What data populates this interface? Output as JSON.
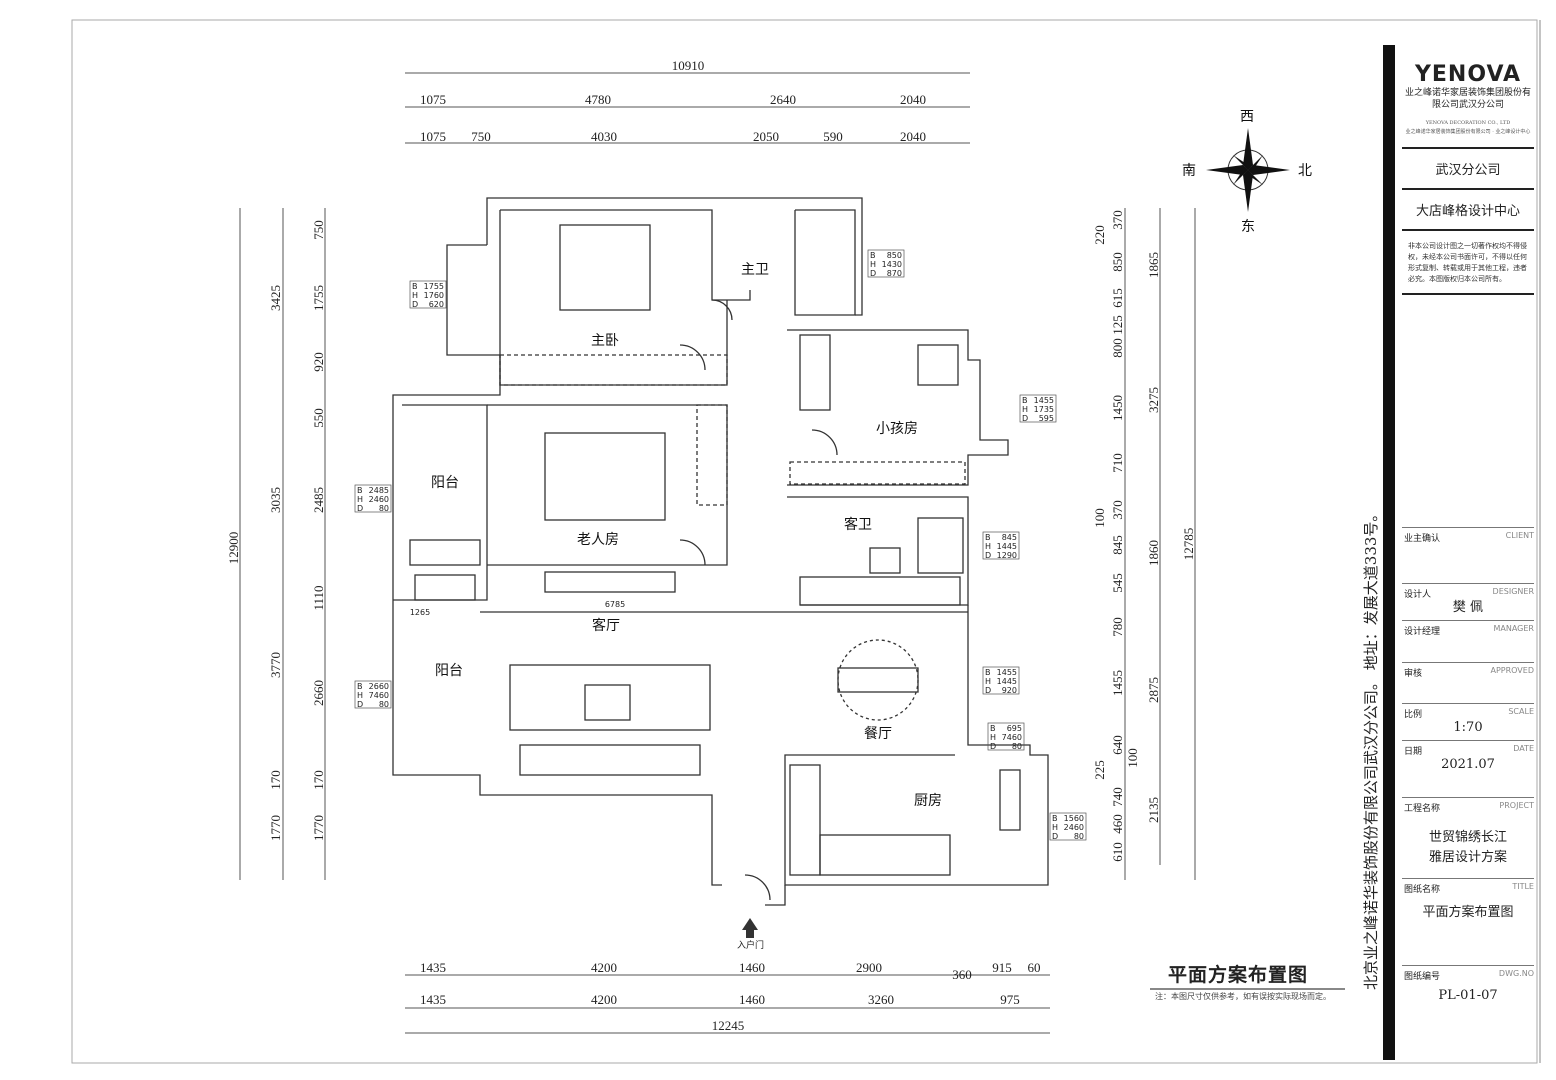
{
  "drawing": {
    "title": "平面方案布置图",
    "note": "注：本图尺寸仅供参考，如有误按实际现场而定。",
    "vertical_text": "北京业之峰诺华装饰股份有限公司武汉分公司。 地址：发展大道333号。",
    "entrance_label": "入户门",
    "rooms": [
      "主卧",
      "主卫",
      "小孩房",
      "老人房",
      "阳台",
      "阳台",
      "客厅",
      "客卫",
      "餐厅",
      "厨房"
    ],
    "inner_dims": [
      "6785",
      "1265"
    ],
    "compass": {
      "west": "西",
      "south": "南",
      "north": "北",
      "east": "东"
    }
  },
  "dimensions": {
    "top_total": "10910",
    "top_row1": [
      "1075",
      "4780",
      "2640",
      "2040"
    ],
    "top_row2": [
      "1075",
      "750",
      "4030",
      "2050",
      "590",
      "2040"
    ],
    "left_total": "12900",
    "left_outer": [
      "3425",
      "3035",
      "3770",
      "170",
      "1770"
    ],
    "left_inner": [
      "750",
      "1755",
      "920",
      "550",
      "2485",
      "1110",
      "2660",
      "170",
      "1770"
    ],
    "right_inner": [
      "220",
      "370",
      "850",
      "615",
      "125",
      "800",
      "1450",
      "710",
      "100",
      "370",
      "845",
      "545",
      "780",
      "1455",
      "640",
      "100",
      "225",
      "740",
      "460",
      "610"
    ],
    "right_outer": [
      "1865",
      "3275",
      "1860",
      "2875",
      "2135"
    ],
    "right_total": "12785",
    "bottom_row1": [
      "1435",
      "4200",
      "1460",
      "2900",
      "360",
      "915",
      "60"
    ],
    "bottom_row2": [
      "1435",
      "4200",
      "1460",
      "3260",
      "975"
    ],
    "bottom_total": "12245"
  },
  "window_tags": [
    {
      "B": "1755",
      "H": "1760",
      "D": "620"
    },
    {
      "B": "850",
      "H": "1430",
      "D": "870"
    },
    {
      "B": "1455",
      "H": "1735",
      "D": "595"
    },
    {
      "B": "2485",
      "H": "2460",
      "D": "80"
    },
    {
      "B": "2660",
      "H": "7460",
      "D": "80"
    },
    {
      "B": "845",
      "H": "1445",
      "D": "1290"
    },
    {
      "B": "1455",
      "H": "1445",
      "D": "920"
    },
    {
      "B": "695",
      "H": "7460",
      "D": "80"
    },
    {
      "B": "1560",
      "H": "2460",
      "D": "80"
    }
  ],
  "title_block": {
    "logo": "YENOVA",
    "company": "业之峰诺华家居装饰集团股份有限公司武汉分公司",
    "company_en": "YENOVA DECORATION CO., LTD",
    "company_sub": "业之峰诺华家居装饰集团股份有限公司 · 业之峰设计中心",
    "branch": "武汉分公司",
    "center": "大店峰格设计中心",
    "copyright": "非本公司设计图之一切著作权均不得侵权，未经本公司书面许可，不得以任何形式复制、转载或用于其他工程，违者必究。本图版权归本公司所有。",
    "rows": [
      {
        "label": "业主确认",
        "en": "CLIENT",
        "value": ""
      },
      {
        "label": "设计人",
        "en": "DESIGNER",
        "value": "樊 佩"
      },
      {
        "label": "设计经理",
        "en": "MANAGER",
        "value": ""
      },
      {
        "label": "审核",
        "en": "APPROVED",
        "value": ""
      },
      {
        "label": "比例",
        "en": "SCALE",
        "value": "1:70"
      },
      {
        "label": "日期",
        "en": "DATE",
        "value": "2021.07"
      },
      {
        "label": "工程名称",
        "en": "PROJECT",
        "value": "世贸锦绣长江\n雅居设计方案"
      },
      {
        "label": "图纸名称",
        "en": "TITLE",
        "value": "平面方案布置图"
      },
      {
        "label": "图纸编号",
        "en": "DWG.NO",
        "value": "PL-01-07"
      }
    ]
  }
}
